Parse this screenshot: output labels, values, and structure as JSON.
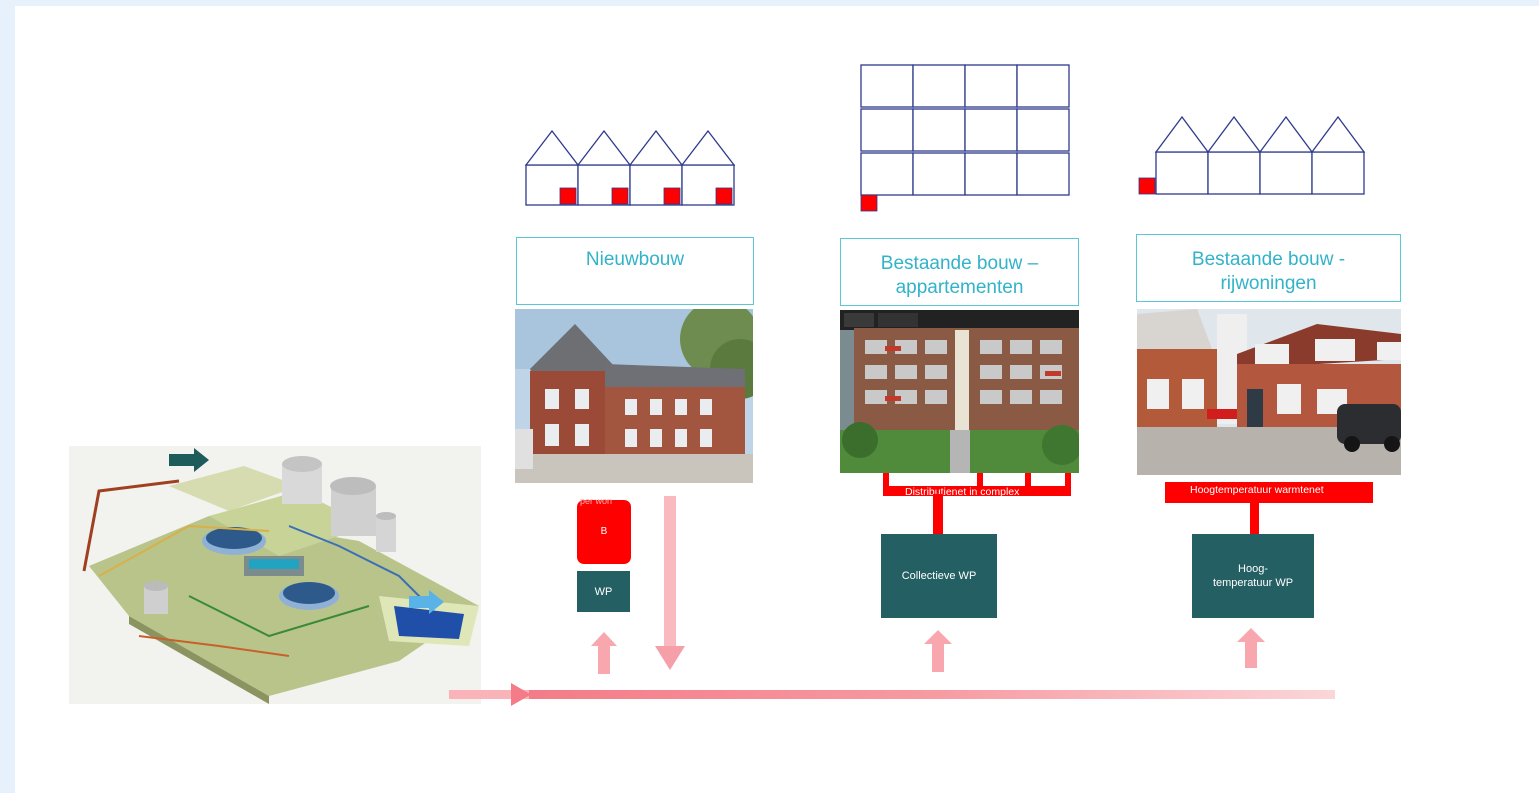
{
  "columns": [
    {
      "title": "Nieuwbouw"
    },
    {
      "title_line1": "Bestaande bouw –",
      "title_line2": "appartementen"
    },
    {
      "title_line1": "Bestaande bouw -",
      "title_line2": "rijwoningen"
    }
  ],
  "nieuwbouw": {
    "boiler_label": "B",
    "hidden_text": "per won",
    "heatpump_label": "WP"
  },
  "appartementen": {
    "network_label": "Distributienet in complex",
    "heatpump_label": "Collectieve WP"
  },
  "rijwoningen": {
    "network_label": "Hoogtemperatuur warmtenet",
    "heatpump_line1": "Hoog-",
    "heatpump_line2": "temperatuur WP"
  },
  "colors": {
    "accent": "#31b3c9",
    "red": "#ff0000",
    "teal": "#245f63",
    "house_outline": "#2e3a8c",
    "arrow": "#f7a0a0"
  }
}
